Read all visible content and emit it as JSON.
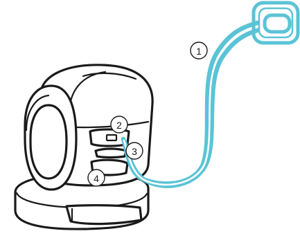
{
  "callouts": [
    {
      "id": "cable",
      "label": "1"
    },
    {
      "id": "port-top",
      "label": "2"
    },
    {
      "id": "port-middle",
      "label": "3"
    },
    {
      "id": "port-bottom",
      "label": "4"
    }
  ],
  "colors": {
    "cable": "#5bc3d6",
    "outline": "#1a1a1a",
    "background": "#ffffff"
  },
  "icons": {
    "camera": "ptz-camera-icon",
    "plug": "wall-plug-icon"
  }
}
